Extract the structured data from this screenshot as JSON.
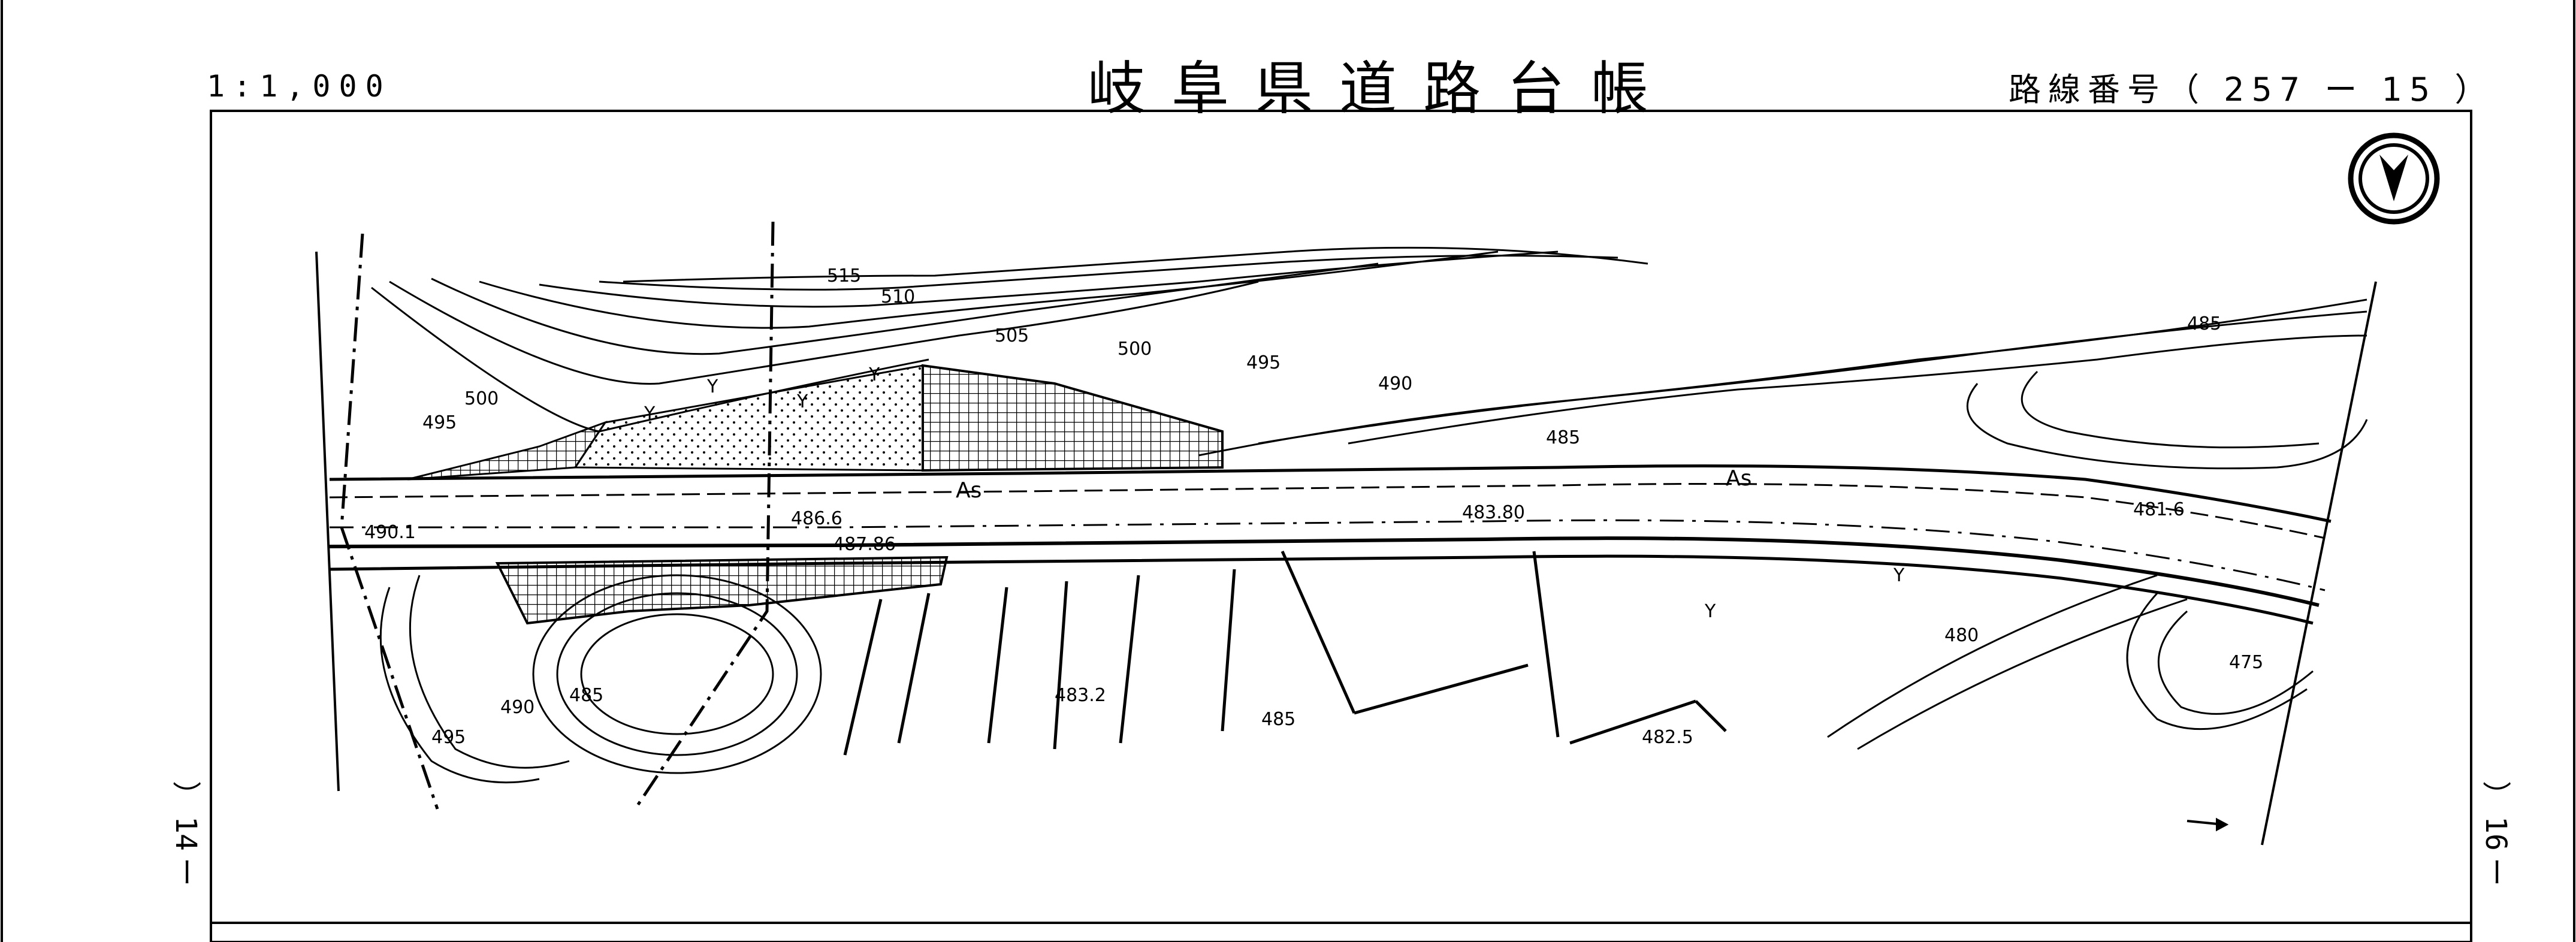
{
  "header": {
    "scale": "1:1,000",
    "title": "岐阜県道路台帳",
    "route": "路線番号（ 257 ー 15 ）"
  },
  "sheet_links": {
    "prev_number": "14",
    "next_number": "16"
  },
  "map": {
    "north_arrow": "north-arrow-icon",
    "road_surface_labels": [
      "As",
      "As"
    ],
    "elevation_labels": [
      "490.1",
      "486.6",
      "483.80",
      "481.6",
      "487.86",
      "483.2",
      "482.5"
    ],
    "contour_labels": [
      "515",
      "510",
      "505",
      "500",
      "495",
      "490",
      "485",
      "500",
      "495",
      "485",
      "480",
      "475",
      "485",
      "490",
      "495",
      "485"
    ],
    "land_use_symbols": [
      "Y",
      "Y",
      "Y",
      "Y",
      "Y",
      "Y"
    ]
  },
  "colors": {
    "ink": "#000000",
    "paper": "#ffffff"
  }
}
